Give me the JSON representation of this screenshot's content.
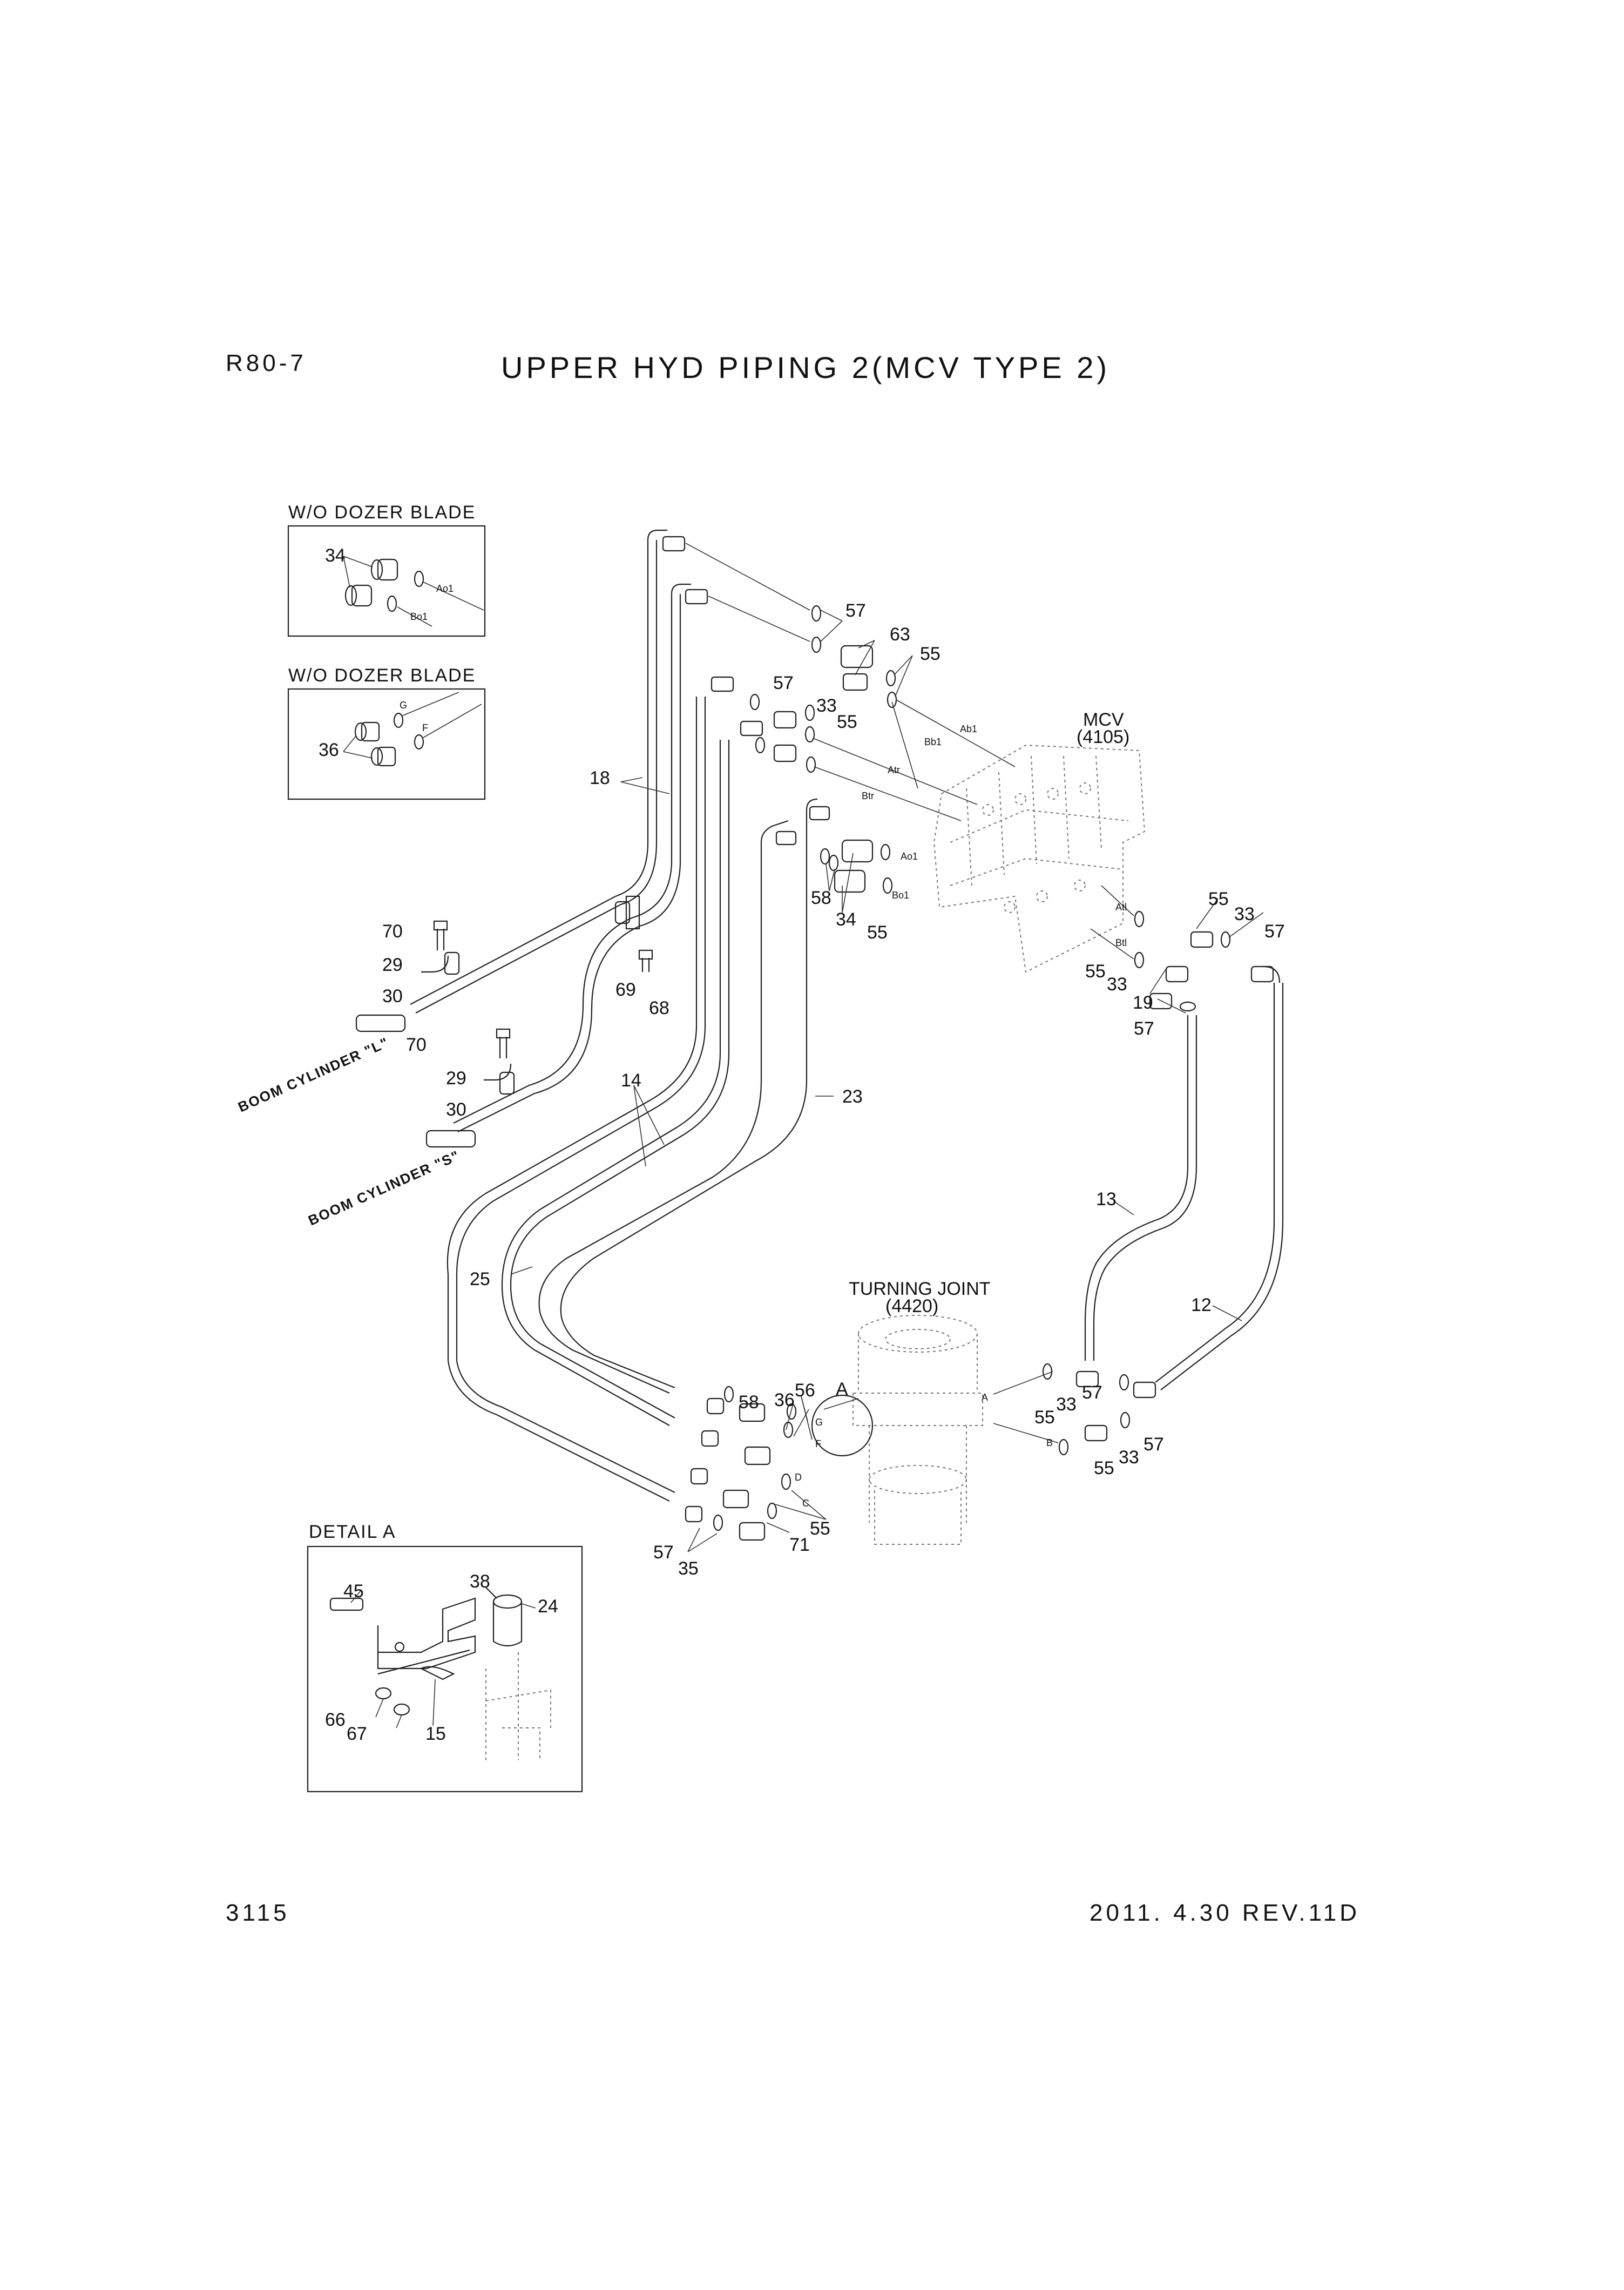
{
  "header": {
    "model": "R80-7",
    "title": "UPPER HYD PIPING 2(MCV TYPE 2)"
  },
  "footer": {
    "page_number": "3115",
    "date_rev": "2011. 4.30  REV.11D"
  },
  "insets": {
    "dozer_top": {
      "title": "W/O DOZER BLADE",
      "part": "34",
      "ports": [
        "Ao1",
        "Bo1"
      ]
    },
    "dozer_bottom": {
      "title": "W/O DOZER BLADE",
      "part": "36",
      "ports": [
        "G",
        "F"
      ]
    },
    "detail_a": {
      "title": "DETAIL A",
      "parts": [
        "45",
        "38",
        "24",
        "66",
        "67",
        "15"
      ]
    }
  },
  "components": {
    "mcv": {
      "name": "MCV",
      "code": "(4105)"
    },
    "turning_joint": {
      "name": "TURNING JOINT",
      "code": "(4420)"
    },
    "boom_l": "BOOM CYLINDER \"L\"",
    "boom_s": "BOOM CYLINDER \"S\"",
    "detail_marker": "A"
  },
  "ports": {
    "ab1": "Ab1",
    "bb1": "Bb1",
    "atr": "Atr",
    "btr": "Btr",
    "ao1": "Ao1",
    "bo1": "Bo1",
    "atl": "Atl",
    "btl": "Btl",
    "a": "A",
    "b": "B",
    "c": "C",
    "d": "D",
    "f": "F",
    "g": "G"
  },
  "callouts": {
    "n57a": "57",
    "n63": "63",
    "n55a": "55",
    "n57b": "57",
    "n33a": "33",
    "n55b": "55",
    "n18": "18",
    "n58a": "58",
    "n34": "34",
    "n55c": "55",
    "n70a": "70",
    "n29a": "29",
    "n30a": "30",
    "n69": "69",
    "n68": "68",
    "n70b": "70",
    "n29b": "29",
    "n30b": "30",
    "n14": "14",
    "n23": "23",
    "n55d": "55",
    "n33b": "33",
    "n57c": "57",
    "n55e": "55",
    "n33c": "33",
    "n19": "19",
    "n57d": "57",
    "n13": "13",
    "n12": "12",
    "n25": "25",
    "n58b": "58",
    "n36": "36",
    "n56": "56",
    "n55f": "55",
    "n33d": "33",
    "n57e": "57",
    "n55g": "55",
    "n33e": "33",
    "n57f": "57",
    "n55h": "55",
    "n57g": "57",
    "n71": "71",
    "n35": "35"
  }
}
